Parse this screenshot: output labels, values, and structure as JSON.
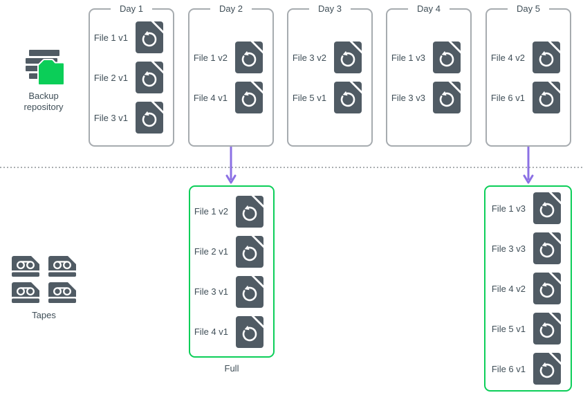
{
  "repository": {
    "label": "Backup repository",
    "icon": "backup-repository-icon"
  },
  "tapes": {
    "label": "Tapes",
    "icon": "tape-icon",
    "count": 4
  },
  "days": [
    {
      "label": "Day 1",
      "arrow_to_tape": false,
      "files": [
        {
          "name": "File 1 v1"
        },
        {
          "name": "File 2 v1"
        },
        {
          "name": "File 3 v1"
        }
      ]
    },
    {
      "label": "Day 2",
      "arrow_to_tape": true,
      "files": [
        {
          "name": "File 1 v2"
        },
        {
          "name": "File 4 v1"
        }
      ]
    },
    {
      "label": "Day 3",
      "arrow_to_tape": false,
      "files": [
        {
          "name": "File 3 v2"
        },
        {
          "name": "File 5 v1"
        }
      ]
    },
    {
      "label": "Day 4",
      "arrow_to_tape": false,
      "files": [
        {
          "name": "File 1 v3"
        },
        {
          "name": "File 3 v3"
        }
      ]
    },
    {
      "label": "Day 5",
      "arrow_to_tape": true,
      "files": [
        {
          "name": "File 4 v2"
        },
        {
          "name": "File 6 v1"
        }
      ]
    }
  ],
  "tape_backups": [
    {
      "label": "Full",
      "under_day": "Day 2",
      "files": [
        {
          "name": "File 1 v2"
        },
        {
          "name": "File 2 v1"
        },
        {
          "name": "File 3 v1"
        },
        {
          "name": "File 4 v1"
        }
      ]
    },
    {
      "label": "",
      "under_day": "Day 5",
      "files": [
        {
          "name": "File 1 v3"
        },
        {
          "name": "File 3 v3"
        },
        {
          "name": "File 4 v2"
        },
        {
          "name": "File 5 v1"
        },
        {
          "name": "File 6 v1"
        }
      ]
    }
  ],
  "colors": {
    "green": "#0BCE58",
    "purple": "#8B70E4",
    "slate": "#505B64",
    "border_gray": "#A6ABAF",
    "text": "#3F4E57",
    "dots": "#A9ADB0"
  }
}
